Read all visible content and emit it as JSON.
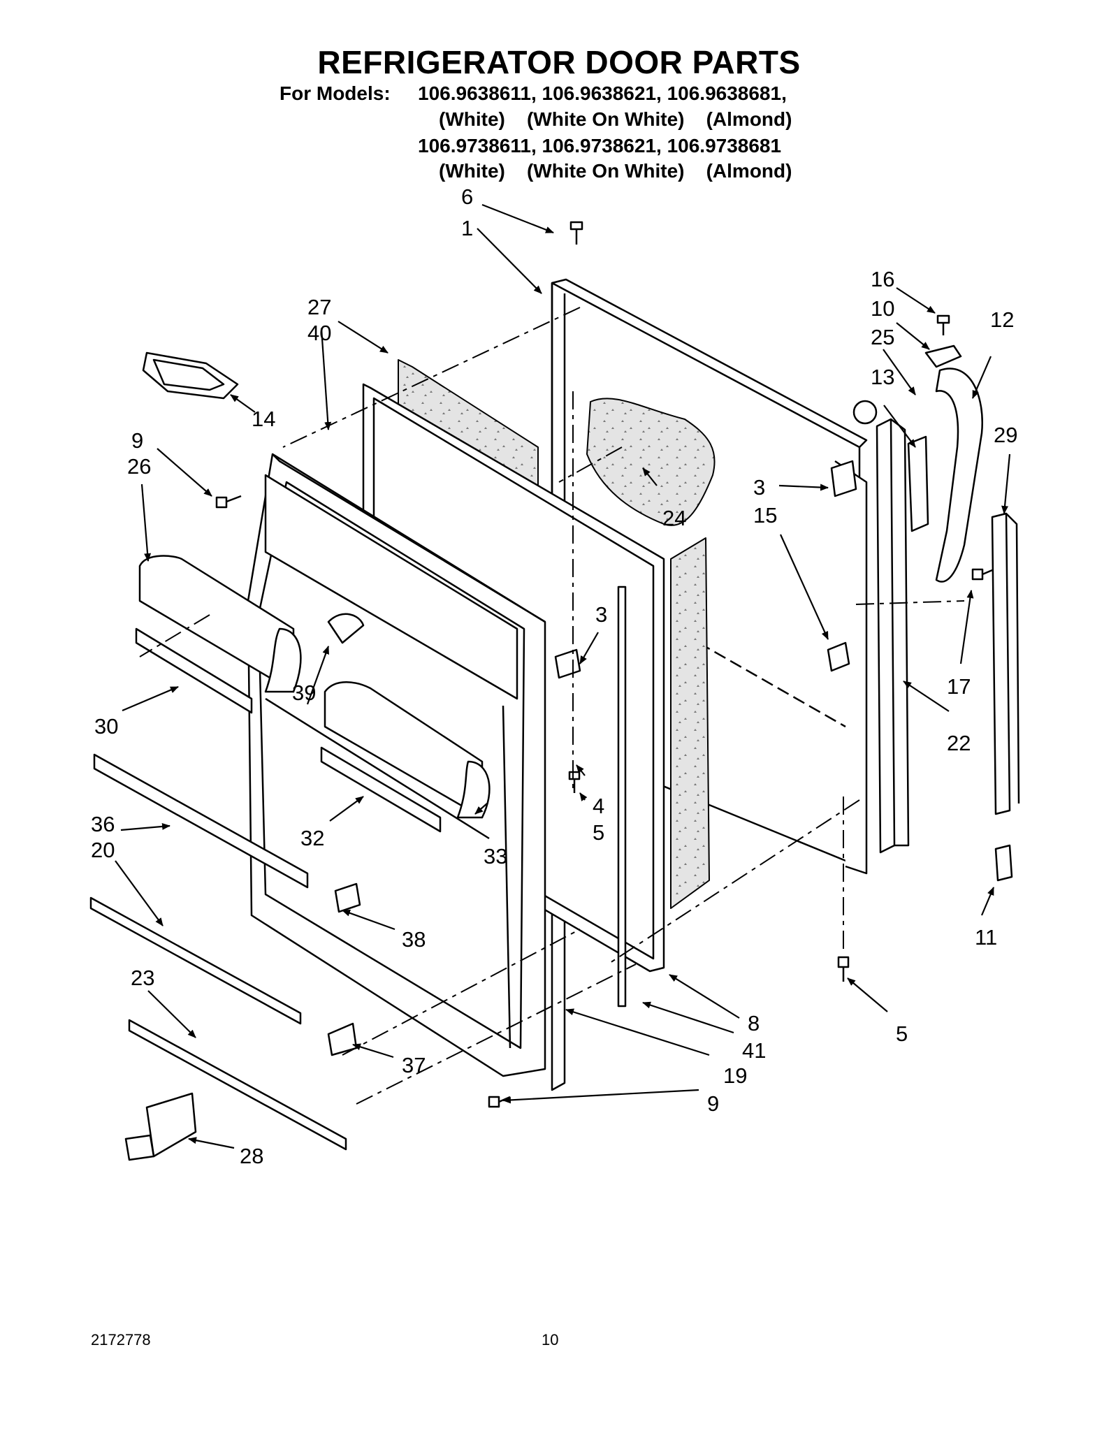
{
  "header": {
    "title": "REFRIGERATOR DOOR PARTS",
    "models_prefix": "For Models:",
    "model_line1": "106.9638611, 106.9638621, 106.9638681,",
    "finish_line1": "(White)    (White On White)    (Almond)",
    "model_line2": "106.9738611, 106.9738621, 106.9738681",
    "finish_line2": "(White)    (White On White)    (Almond)"
  },
  "callouts": {
    "c1": "1",
    "c3a": "3",
    "c3b": "3",
    "c4": "4",
    "c5a": "5",
    "c5b": "5",
    "c6": "6",
    "c8": "8",
    "c9a": "9",
    "c9b": "9",
    "c10": "10",
    "c11": "11",
    "c12": "12",
    "c13": "13",
    "c14": "14",
    "c15": "15",
    "c16": "16",
    "c17": "17",
    "c19": "19",
    "c20": "20",
    "c22": "22",
    "c23": "23",
    "c24": "24",
    "c25": "25",
    "c26": "26",
    "c27": "27",
    "c28": "28",
    "c29": "29",
    "c30": "30",
    "c32": "32",
    "c33": "33",
    "c36": "36",
    "c37": "37",
    "c38": "38",
    "c39": "39",
    "c40": "40",
    "c41": "41"
  },
  "footer": {
    "doc_number": "2172778",
    "page_number": "10"
  }
}
